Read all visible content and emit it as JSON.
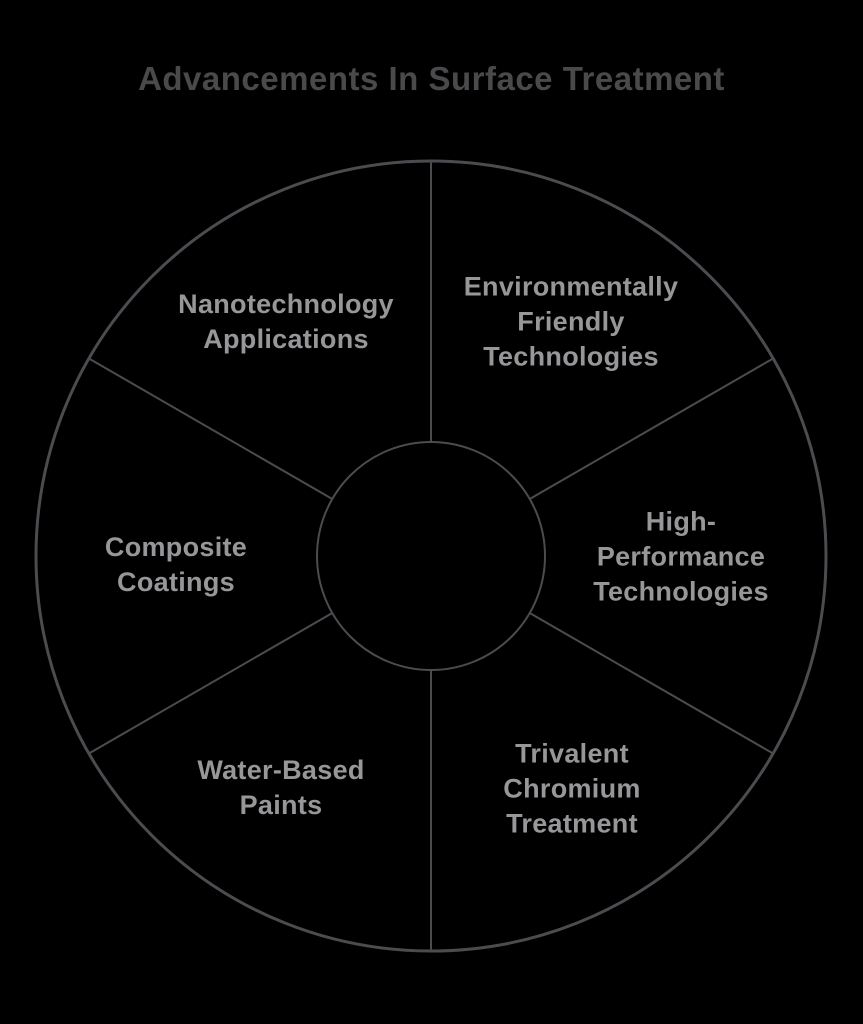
{
  "page": {
    "background_color": "#000000"
  },
  "chart_data": {
    "type": "pie",
    "subtype": "donut-wheel-diagram",
    "title": "Advancements In Surface Treatment",
    "legend": false,
    "equal_segments": true,
    "segment_count": 6,
    "categories": [
      "Environmentally Friendly Technologies",
      "High-Performance Technologies",
      "Trivalent Chromium Treatment",
      "Water-Based Paints",
      "Composite Coatings",
      "Nanotechnology Applications"
    ],
    "values": [
      1,
      1,
      1,
      1,
      1,
      1
    ],
    "segments": [
      {
        "label": "Environmentally Friendly Technologies",
        "display": "Environmentally\nFriendly\nTechnologies",
        "value": 1,
        "position": "upper-right"
      },
      {
        "label": "High-Performance Technologies",
        "display": "High-\nPerformance\nTechnologies",
        "value": 1,
        "position": "right"
      },
      {
        "label": "Trivalent Chromium Treatment",
        "display": "Trivalent\nChromium\nTreatment",
        "value": 1,
        "position": "lower-right"
      },
      {
        "label": "Water-Based Paints",
        "display": "Water-Based\nPaints",
        "value": 1,
        "position": "lower-left"
      },
      {
        "label": "Composite Coatings",
        "display": "Composite\nCoatings",
        "value": 1,
        "position": "left"
      },
      {
        "label": "Nanotechnology Applications",
        "display": "Nanotechnology\nApplications",
        "value": 1,
        "position": "upper-left"
      }
    ],
    "colors": {
      "background": "#000000",
      "stroke": "#4b4c50",
      "label_text": "#97979a",
      "title_text": "#4a4a4d"
    }
  }
}
